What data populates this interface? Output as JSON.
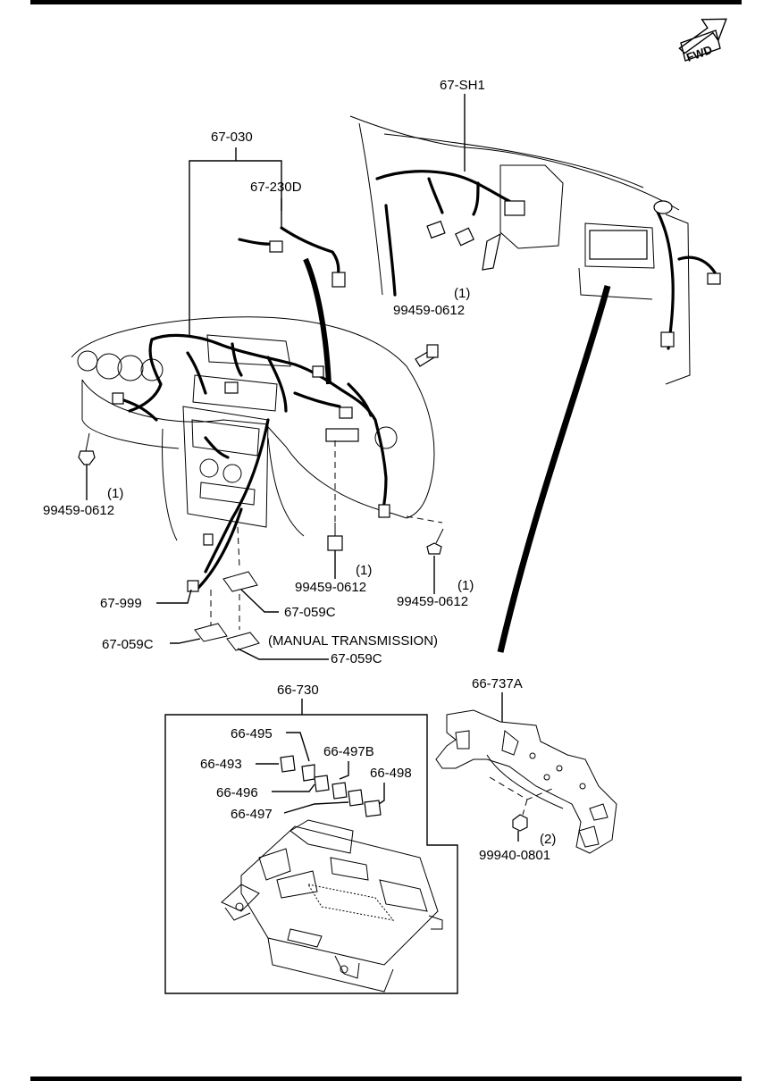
{
  "orientation_badge": {
    "label": "FWD"
  },
  "callouts": {
    "harness_main": "67-030",
    "harness_shield": "67-SH1",
    "harness_sub": "67-230D",
    "bolt_upper_qty": "(1)",
    "bolt_upper": "99459-0612",
    "bolt_left_qty": "(1)",
    "bolt_left": "99459-0612",
    "bolt_center_qty": "(1)",
    "bolt_center": "99459-0612",
    "bolt_right_qty": "(1)",
    "bolt_right": "99459-0612",
    "clip": "67-999",
    "tape_a": "67-059C",
    "tape_b": "67-059C",
    "tape_c": "67-059C",
    "manual_trans_note": "(MANUAL TRANSMISSION)",
    "fuse_block": "66-730",
    "bracket": "66-737A",
    "nut_qty": "(2)",
    "nut": "99940-0801"
  },
  "fuses": {
    "f495": "66-495",
    "f493": "66-493",
    "f497b": "66-497B",
    "f498": "66-498",
    "f496": "66-496",
    "f497": "66-497"
  }
}
